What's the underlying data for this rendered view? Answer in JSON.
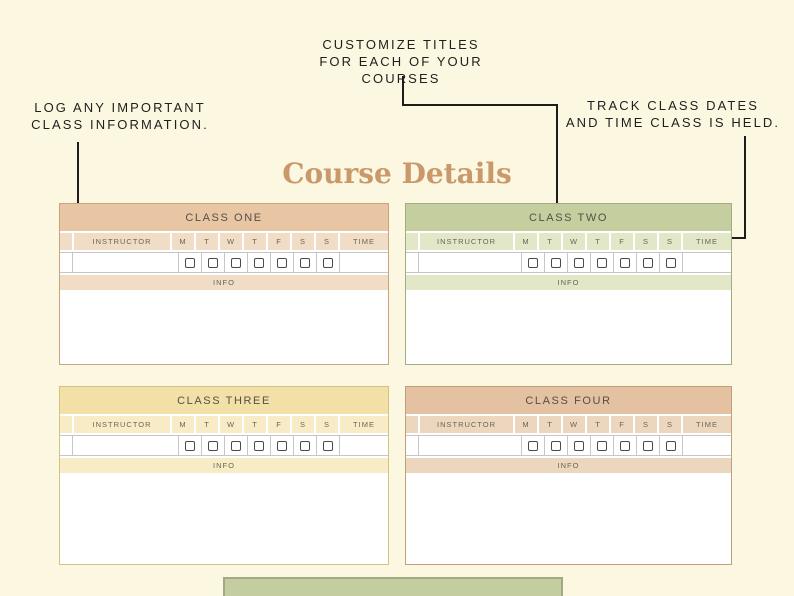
{
  "page": {
    "title": "Course Details",
    "background": "#FBF7E0",
    "title_color": "#C9996B"
  },
  "annotations": {
    "left": "LOG ANY IMPORTANT\nCLASS INFORMATION.",
    "top": "CUSTOMIZE TITLES\nFOR EACH OF YOUR COURSES",
    "right": "TRACK CLASS DATES\nAND TIME CLASS IS HELD."
  },
  "labels": {
    "instructor": "INSTRUCTOR",
    "time": "TIME",
    "info": "INFO"
  },
  "day_letters": [
    "M",
    "T",
    "W",
    "T",
    "F",
    "S",
    "S"
  ],
  "cards": [
    {
      "title": "CLASS ONE",
      "colors": {
        "header": "#E9C6A3",
        "light": "#F1DCC6",
        "border": "#C7A67F"
      }
    },
    {
      "title": "CLASS TWO",
      "colors": {
        "header": "#C4CE9E",
        "light": "#E2E7C8",
        "border": "#A3AC7F"
      }
    },
    {
      "title": "CLASS THREE",
      "colors": {
        "header": "#F3E0A7",
        "light": "#F8ECC7",
        "border": "#D2C183"
      }
    },
    {
      "title": "CLASS FOUR",
      "colors": {
        "header": "#E4C1A0",
        "light": "#EDD6BE",
        "border": "#C19F7C"
      }
    }
  ],
  "bottom_bar": {
    "fill": "#C4CDA0",
    "border": "#A3A987"
  }
}
